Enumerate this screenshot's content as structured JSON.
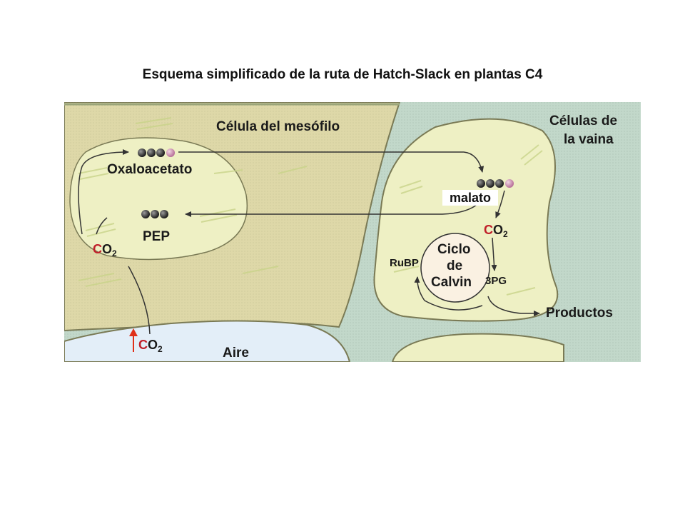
{
  "title": "Esquema simplificado de la ruta de Hatch-Slack en plantas C4",
  "labels": {
    "mesophyll": "Célula del mesófilo",
    "sheath_line1": "Células de",
    "sheath_line2": "la vaina",
    "oxaloacetate": "Oxaloacetato",
    "pep": "PEP",
    "malate": "malato",
    "co2_c": "C",
    "co2_o": "O",
    "co2_sub": "2",
    "rubp": "RuBP",
    "calvin_line1": "Ciclo",
    "calvin_line2": "de",
    "calvin_line3": "Calvin",
    "pg3": "3PG",
    "products": "Productos",
    "air": "Aire"
  },
  "colors": {
    "mesophyll_fill": "#ded8a8",
    "sheath_bg": "#c2d8ca",
    "chloroplast_fill": "#eef0c4",
    "calvin_fill": "#faf1e2",
    "air_fill": "#e3eef8",
    "co2_red": "#c0202a",
    "arrow_red": "#e03018"
  }
}
